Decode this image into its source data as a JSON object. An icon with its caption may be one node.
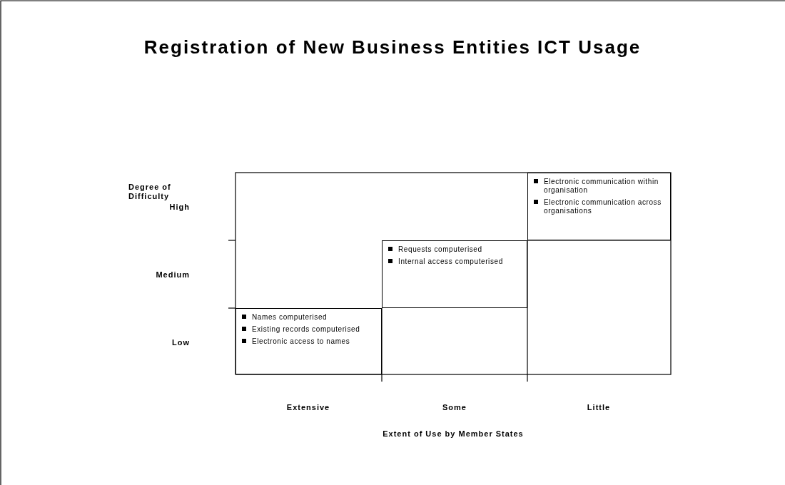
{
  "diagram": {
    "title": "Registration of New Business Entities ICT Usage",
    "nodes": [
      {
        "text": [
          "Electronic communication within organisation",
          "Electronic communication across organisations"
        ]
      },
      {
        "text": [
          "Requests computerised",
          "Internal access computerised"
        ]
      },
      {
        "text": [
          "Names computerised",
          "Existing records computerised",
          "Electronic access to names"
        ]
      }
    ],
    "labels": [
      "Degree of Difficulty",
      "High",
      "Medium",
      "Low",
      "Extensive",
      "Some",
      "Little",
      "Extent of Use by Member States"
    ]
  }
}
